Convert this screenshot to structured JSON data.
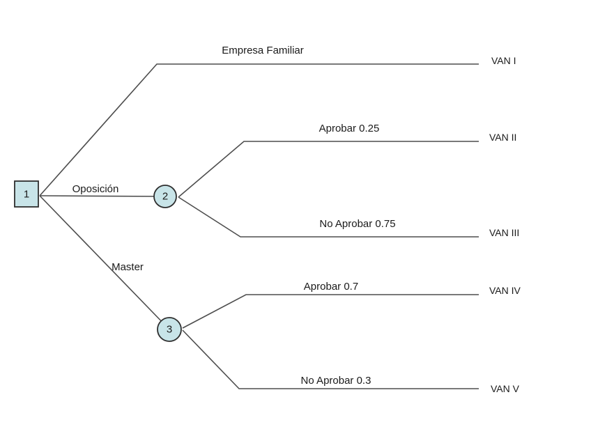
{
  "diagram": {
    "type": "decision-tree",
    "background": "#ffffff",
    "colors": {
      "node_fill": "#c8e4e8",
      "node_border": "#2e2e2e",
      "line": "#4d4d4d",
      "text": "#1a1a1a"
    },
    "nodes": {
      "node1": {
        "label": "1",
        "type": "decision",
        "shape": "square"
      },
      "node2": {
        "label": "2",
        "type": "chance",
        "shape": "circle"
      },
      "node3": {
        "label": "3",
        "type": "chance",
        "shape": "circle"
      }
    },
    "branches": {
      "empresa_familiar": {
        "label": "Empresa Familiar",
        "outcome": "VAN I"
      },
      "oposicion": {
        "label": "Oposición",
        "to_node": "2"
      },
      "oposicion_aprobar": {
        "label": "Aprobar 0.25",
        "probability": "0.25",
        "outcome": "VAN II"
      },
      "oposicion_no_aprobar": {
        "label": "No Aprobar 0.75",
        "probability": "0.75",
        "outcome": "VAN III"
      },
      "master": {
        "label": "Master",
        "to_node": "3"
      },
      "master_aprobar": {
        "label": "Aprobar 0.7",
        "probability": "0.7",
        "outcome": "VAN IV"
      },
      "master_no_aprobar": {
        "label": "No Aprobar 0.3",
        "probability": "0.3",
        "outcome": "VAN V"
      }
    }
  }
}
